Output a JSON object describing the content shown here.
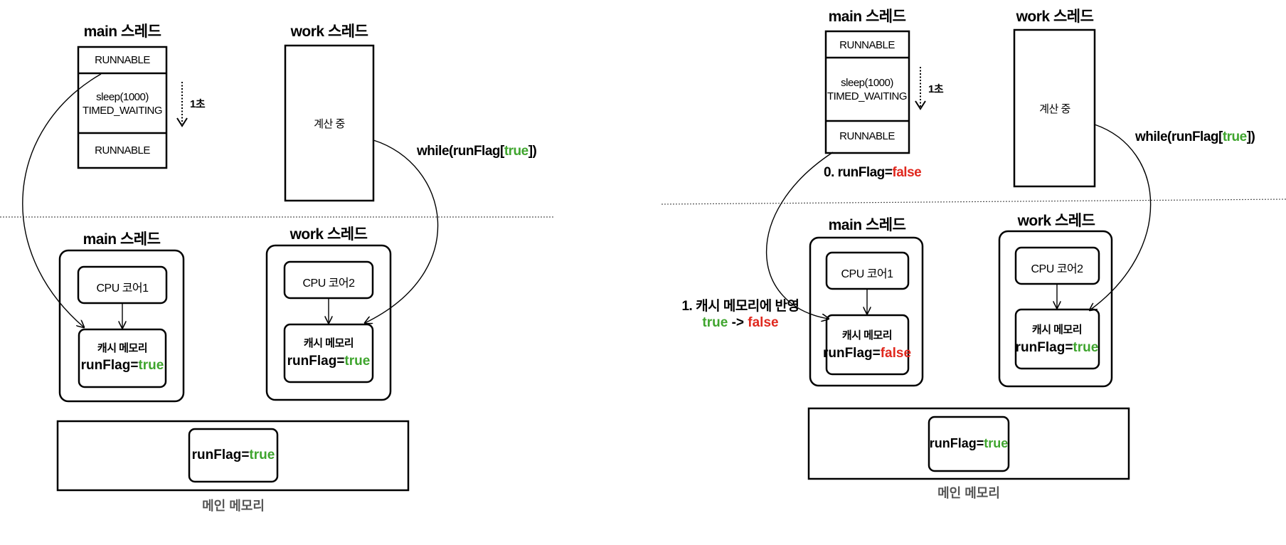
{
  "colors": {
    "true": "#3fa52e",
    "false": "#e0281e",
    "line": "#000000",
    "muted": "#555555"
  },
  "left": {
    "top_main_title": "main 스레드",
    "top_work_title": "work 스레드",
    "state_runnable_1": "RUNNABLE",
    "state_sleep": "sleep(1000)",
    "state_timed_waiting": "TIMED_WAITING",
    "state_runnable_2": "RUNNABLE",
    "sleep_duration": "1초",
    "work_calculating": "계산 중",
    "while_prefix": "while(runFlag[",
    "while_value": "true",
    "while_suffix": "])",
    "main_thread_title": "main 스레드",
    "work_thread_title": "work 스레드",
    "cpu_core1": "CPU 코어1",
    "cpu_core2": "CPU 코어2",
    "cache_memory_main": "캐시 메모리",
    "cache_memory_work": "캐시 메모리",
    "runflag_label": "runFlag=",
    "main_cache_value": "true",
    "work_cache_value": "true",
    "main_memory_value": "true",
    "main_memory_label": "메인 메모리"
  },
  "right": {
    "top_main_title": "main 스레드",
    "top_work_title": "work 스레드",
    "state_runnable_1": "RUNNABLE",
    "state_sleep": "sleep(1000)",
    "state_timed_waiting": "TIMED_WAITING",
    "state_runnable_2": "RUNNABLE",
    "sleep_duration": "1초",
    "work_calculating": "계산 중",
    "while_prefix": "while(runFlag[",
    "while_value": "true",
    "while_suffix": "])",
    "step0_prefix": "0. runFlag=",
    "step0_value": "false",
    "step1_text": "1. 캐시 메모리에 반영",
    "step1_from": "true",
    "step1_arrow": " -> ",
    "step1_to": "false",
    "main_thread_title": "main 스레드",
    "work_thread_title": "work 스레드",
    "cpu_core1": "CPU 코어1",
    "cpu_core2": "CPU 코어2",
    "cache_memory_main": "캐시 메모리",
    "cache_memory_work": "캐시 메모리",
    "runflag_label": "runFlag=",
    "main_cache_value": "false",
    "work_cache_value": "true",
    "main_memory_value": "true",
    "main_memory_label": "메인 메모리"
  }
}
